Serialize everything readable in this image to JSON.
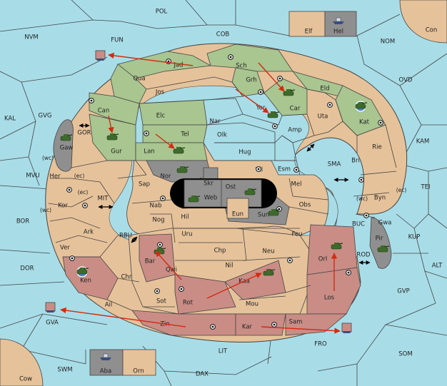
{
  "colors": {
    "sea": "#a8dde8",
    "land": "#e6c29a",
    "green": "#a9c590",
    "red": "#c98d86",
    "gray": "#8f8f8f",
    "black": "#000000",
    "order_arrow": "#d42a12",
    "supply_center": "#111111",
    "border": "#444444"
  },
  "legend": {
    "icons": [
      "army-icon",
      "fleet-icon",
      "supply-center-icon",
      "move-order-arrow",
      "bidirectional-passage-icon"
    ]
  },
  "regions": {
    "sea": [
      "POL",
      "NVM",
      "FUN",
      "COB",
      "NOM",
      "Con",
      "OVD",
      "KAL",
      "GVG",
      "KAM",
      "GOR",
      "SMA",
      "TEI",
      "MVU",
      "MIT",
      "BOR",
      "KUP",
      "RBU",
      "BUC",
      "ROD",
      "ALT",
      "DOR",
      "GVP",
      "GVA",
      "FRO",
      "SOM",
      "LIT",
      "SWM",
      "DAX",
      "Cow"
    ],
    "land_outer": [
      "Jad",
      "Sch",
      "Qua",
      "Jos",
      "Grh",
      "Eld",
      "Can",
      "Car",
      "Yor",
      "Uta",
      "Kat",
      "Elc",
      "Nar",
      "Amp",
      "Gur",
      "Tel",
      "Olk",
      "Rie",
      "Lan",
      "Hug",
      "Bri",
      "Gaw",
      "Vil",
      "Esm",
      "Nor",
      "Sap",
      "Skr",
      "Ost",
      "Mel",
      "Web",
      "Byn",
      "Her",
      "Kor",
      "Nab",
      "Obs",
      "Hil",
      "Sun",
      "Eun",
      "Gwa",
      "Nog",
      "Uru",
      "Feu",
      "Pir",
      "Ark",
      "Chp",
      "Neu",
      "Orl",
      "Ver",
      "Bar",
      "Qwi",
      "Nil",
      "Ken",
      "Chr",
      "Kaa",
      "Rot",
      "Los",
      "Ail",
      "Sot",
      "Mou",
      "Zin",
      "Kar",
      "Sam"
    ],
    "islands": [
      "Elf",
      "Hel",
      "Aba",
      "Orn"
    ],
    "coast_hints": [
      "(wc)",
      "(ec)",
      "(ec)",
      "(wc)",
      "(wc)",
      "(ec)"
    ]
  },
  "units": {
    "armies": [
      "Car",
      "Gur",
      "Lan",
      "Kat",
      "Gaw",
      "Nor",
      "Ost",
      "Web",
      "Sun",
      "Yor",
      "Bar",
      "Kaa",
      "Orl",
      "Pir",
      "Ken"
    ],
    "fleets": [
      "Hel",
      "Aba",
      "FUN",
      "GVA",
      "FRO"
    ]
  }
}
